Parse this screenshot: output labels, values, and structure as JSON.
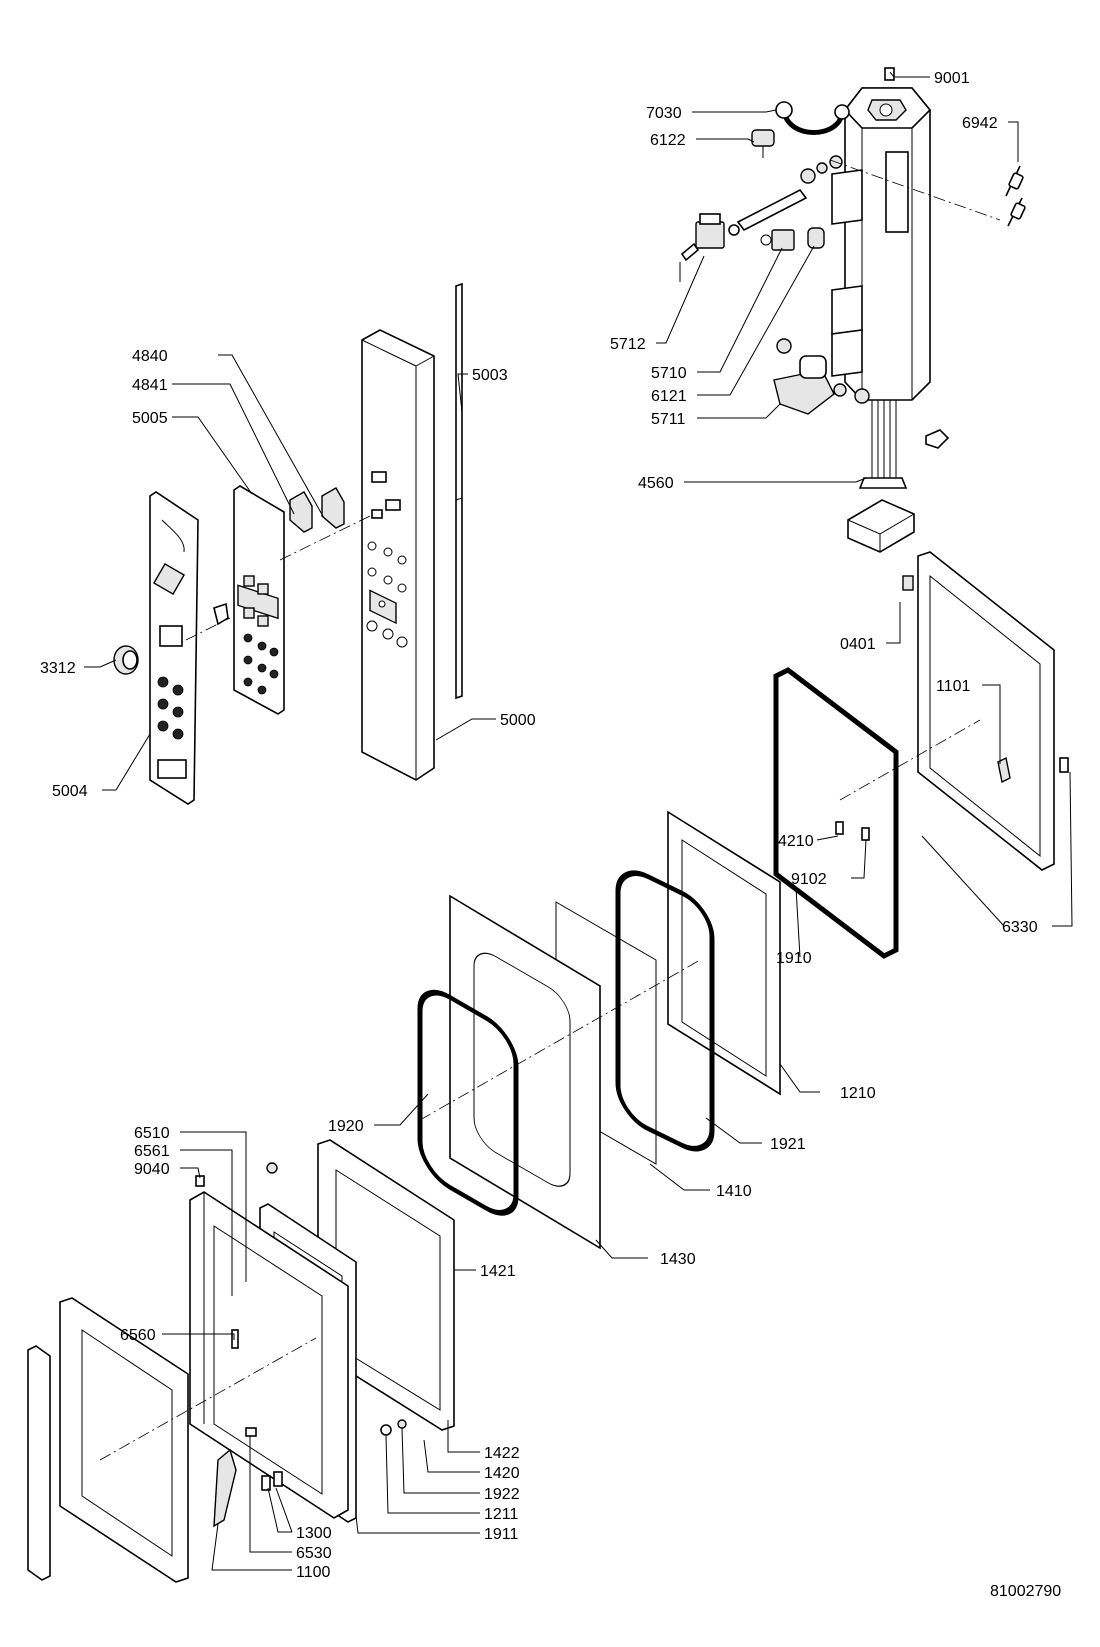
{
  "drawing_number": "81002790",
  "callouts": [
    {
      "id": "c9001",
      "label": "9001"
    },
    {
      "id": "c7030",
      "label": "7030"
    },
    {
      "id": "c6942",
      "label": "6942"
    },
    {
      "id": "c6122",
      "label": "6122"
    },
    {
      "id": "c5712",
      "label": "5712"
    },
    {
      "id": "c5710",
      "label": "5710"
    },
    {
      "id": "c6121",
      "label": "6121"
    },
    {
      "id": "c5711",
      "label": "5711"
    },
    {
      "id": "c4560",
      "label": "4560"
    },
    {
      "id": "c4840",
      "label": "4840"
    },
    {
      "id": "c4841",
      "label": "4841"
    },
    {
      "id": "c5005",
      "label": "5005"
    },
    {
      "id": "c5003",
      "label": "5003"
    },
    {
      "id": "c3312",
      "label": "3312"
    },
    {
      "id": "c5000",
      "label": "5000"
    },
    {
      "id": "c5004",
      "label": "5004"
    },
    {
      "id": "c0401",
      "label": "0401"
    },
    {
      "id": "c1101",
      "label": "1101"
    },
    {
      "id": "c4210",
      "label": "4210"
    },
    {
      "id": "c9102",
      "label": "9102"
    },
    {
      "id": "c6330",
      "label": "6330"
    },
    {
      "id": "c1910",
      "label": "1910"
    },
    {
      "id": "c1210",
      "label": "1210"
    },
    {
      "id": "c1920",
      "label": "1920"
    },
    {
      "id": "c1921",
      "label": "1921"
    },
    {
      "id": "c1410",
      "label": "1410"
    },
    {
      "id": "c1430",
      "label": "1430"
    },
    {
      "id": "c6510",
      "label": "6510"
    },
    {
      "id": "c6561",
      "label": "6561"
    },
    {
      "id": "c9040",
      "label": "9040"
    },
    {
      "id": "c1421",
      "label": "1421"
    },
    {
      "id": "c6560",
      "label": "6560"
    },
    {
      "id": "c1422",
      "label": "1422"
    },
    {
      "id": "c1420",
      "label": "1420"
    },
    {
      "id": "c1922",
      "label": "1922"
    },
    {
      "id": "c1211",
      "label": "1211"
    },
    {
      "id": "c1911",
      "label": "1911"
    },
    {
      "id": "c1300",
      "label": "1300"
    },
    {
      "id": "c6530",
      "label": "6530"
    },
    {
      "id": "c1100",
      "label": "1100"
    }
  ]
}
